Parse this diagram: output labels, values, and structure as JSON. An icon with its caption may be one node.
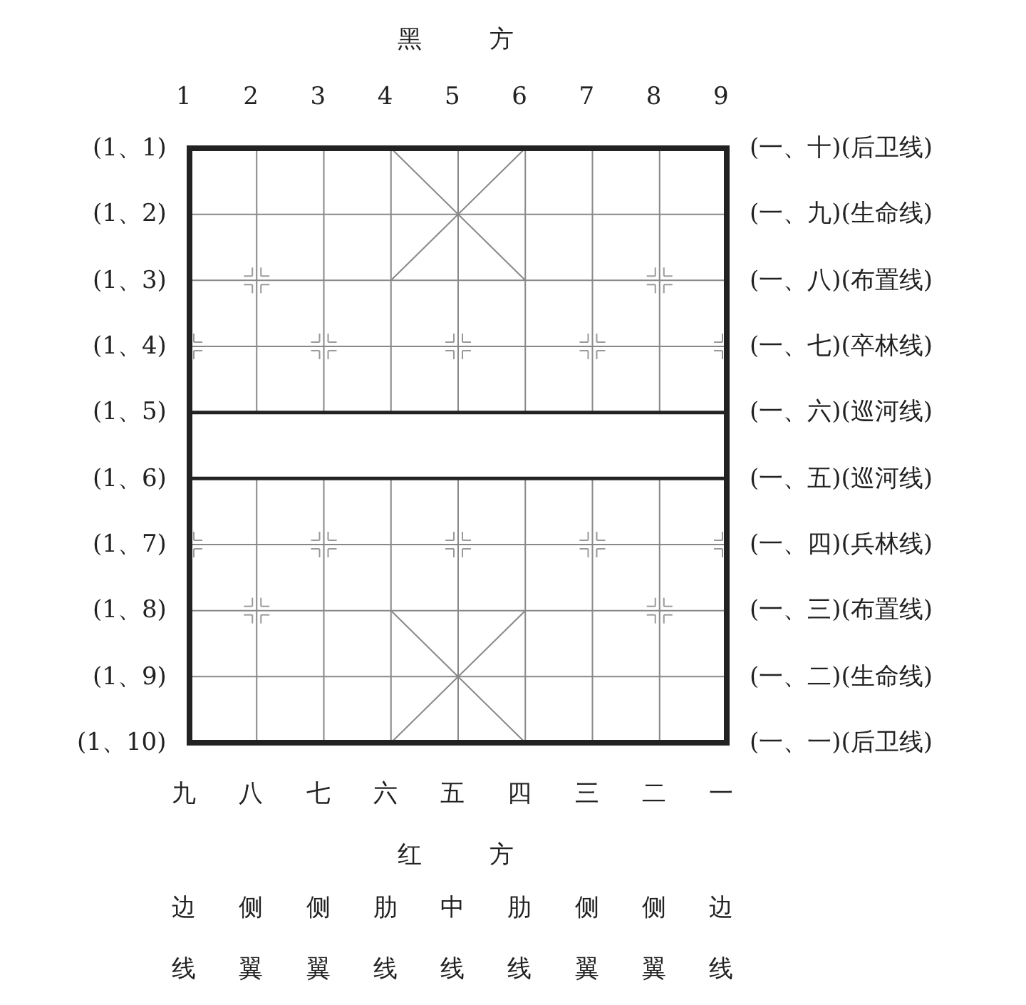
{
  "diagram": {
    "labels": [
      "黑方",
      "1",
      "2",
      "3",
      "4",
      "5",
      "6",
      "7",
      "8",
      "9",
      "(1、1)",
      "(一、十)(后卫线)",
      "(1、2)",
      "(一、九)(生命线)",
      "(1、3)",
      "(一、八)(布置线)",
      "(1、4)",
      "(一、七)(卒林线)",
      "(1、5)",
      "(一、六)(巡河线)",
      "(1、6)",
      "(一、五)(巡河线)",
      "(1、7)",
      "(一、四)(兵林线)",
      "(1、8)",
      "(一、三)(布置线)",
      "(1、9)",
      "(一、二)(生命线)",
      "(1、10)",
      "(一、一)(后卫线)",
      "九",
      "八",
      "七",
      "六",
      "五",
      "四",
      "三",
      "二",
      "一",
      "红方",
      "边线",
      "侧翼",
      "侧翼",
      "肋线",
      "中线",
      "肋线",
      "侧翼",
      "侧翼",
      "边线"
    ]
  }
}
